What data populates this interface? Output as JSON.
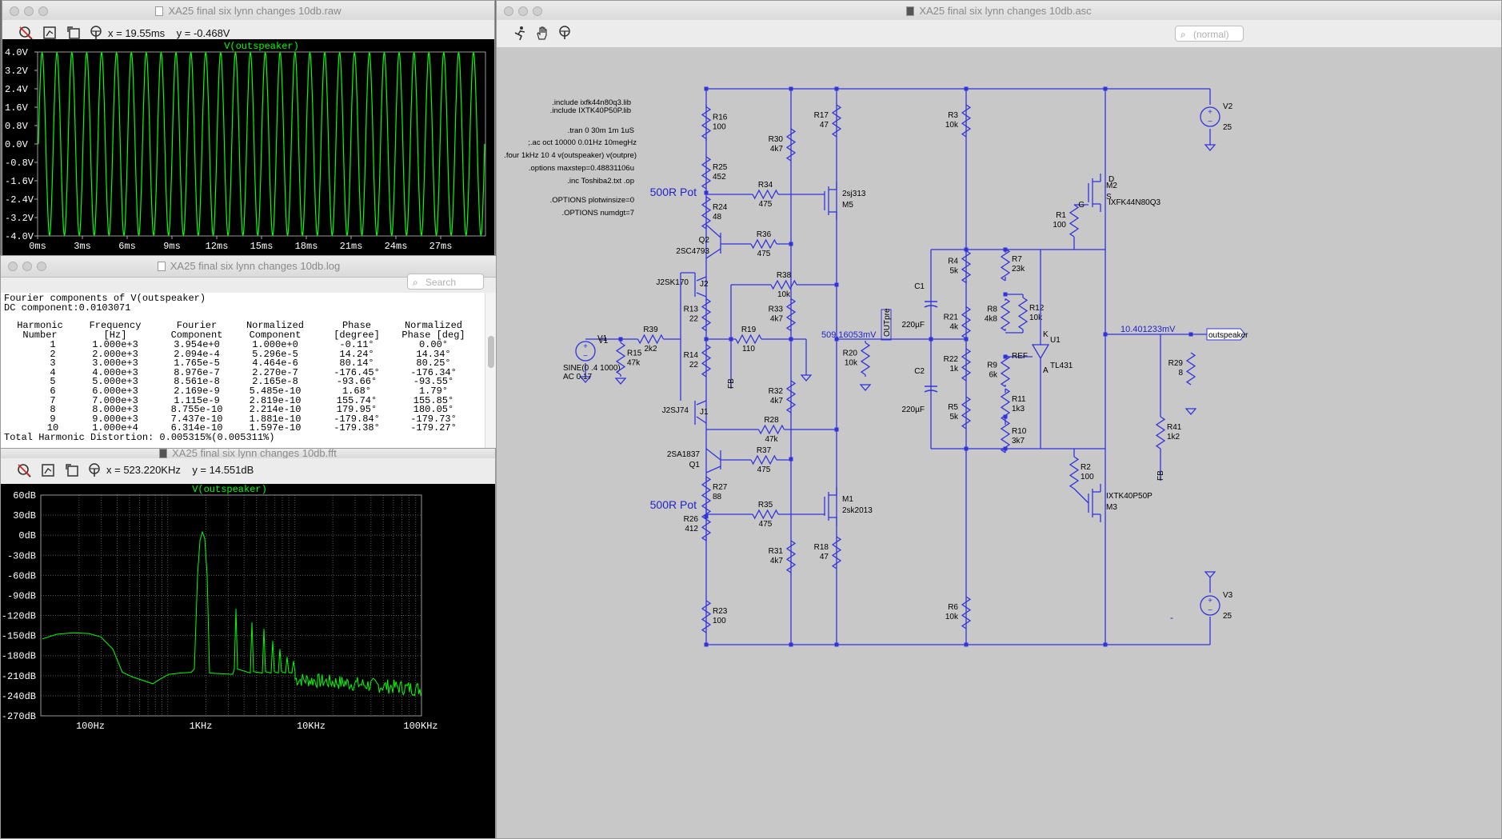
{
  "raw_window": {
    "title": "XA25 final six lynn changes 10db.raw",
    "readout": "x = 19.55ms    y = -0.468V",
    "icons": [
      "zoom-cancel-icon",
      "zoom-full-icon",
      "zoom-back-icon",
      "pan-icon"
    ],
    "plot": {
      "title": "V(outspeaker)",
      "yticks": [
        "4.0V",
        "3.2V",
        "2.4V",
        "1.6V",
        "0.8V",
        "0.0V",
        "-0.8V",
        "-1.6V",
        "-2.4V",
        "-3.2V",
        "-4.0V"
      ],
      "xticks": [
        "0ms",
        "3ms",
        "6ms",
        "9ms",
        "12ms",
        "15ms",
        "18ms",
        "21ms",
        "24ms",
        "27ms"
      ],
      "trace_color": "#00ff00"
    }
  },
  "log_window": {
    "title": "XA25 final six lynn changes 10db.log",
    "search_placeholder": "Search",
    "lines": [
      "Fourier components of V(outspeaker)",
      "DC component:0.0103071"
    ],
    "header1": [
      "Harmonic",
      "Frequency",
      "Fourier",
      "Normalized",
      "Phase",
      "Normalized"
    ],
    "header2": [
      "Number",
      "[Hz]",
      "Component",
      "Component",
      "[degree]",
      "Phase [deg]"
    ],
    "rows": [
      [
        "1",
        "1.000e+3",
        "3.954e+0",
        "1.000e+0",
        "-0.11°",
        "0.00°"
      ],
      [
        "2",
        "2.000e+3",
        "2.094e-4",
        "5.296e-5",
        "14.24°",
        "14.34°"
      ],
      [
        "3",
        "3.000e+3",
        "1.765e-5",
        "4.464e-6",
        "80.14°",
        "80.25°"
      ],
      [
        "4",
        "4.000e+3",
        "8.976e-7",
        "2.270e-7",
        "-176.45°",
        "-176.34°"
      ],
      [
        "5",
        "5.000e+3",
        "8.561e-8",
        "2.165e-8",
        "-93.66°",
        "-93.55°"
      ],
      [
        "6",
        "6.000e+3",
        "2.169e-9",
        "5.485e-10",
        "1.68°",
        "1.79°"
      ],
      [
        "7",
        "7.000e+3",
        "1.115e-9",
        "2.819e-10",
        "155.74°",
        "155.85°"
      ],
      [
        "8",
        "8.000e+3",
        "8.755e-10",
        "2.214e-10",
        "179.95°",
        "180.05°"
      ],
      [
        "9",
        "9.000e+3",
        "7.437e-10",
        "1.881e-10",
        "-179.84°",
        "-179.73°"
      ],
      [
        "10",
        "1.000e+4",
        "6.314e-10",
        "1.597e-10",
        "-179.38°",
        "-179.27°"
      ]
    ],
    "thd": "Total Harmonic Distortion: 0.005315%(0.005311%)"
  },
  "fft_window": {
    "title": "XA25 final six lynn changes 10db.fft",
    "readout": "x = 523.220KHz    y = 14.551dB",
    "plot": {
      "title": "V(outspeaker)",
      "yticks": [
        "60dB",
        "30dB",
        "0dB",
        "-30dB",
        "-60dB",
        "-90dB",
        "-120dB",
        "-150dB",
        "-180dB",
        "-210dB",
        "-240dB",
        "-270dB"
      ],
      "xticks": [
        "100Hz",
        "1KHz",
        "10KHz",
        "100KHz"
      ]
    }
  },
  "schematic_window": {
    "title": "XA25 final six lynn changes 10db.asc",
    "search_placeholder": "(normal)",
    "directives": [
      ".include ixfk44n80q3.lib",
      ".include IXTK40P50P.lib",
      ".tran 0 30m 1m 1uS",
      ";.ac oct 10000 0.01Hz 10megHz",
      ".four 1kHz 10 4 v(outspeaker) v(outpre)",
      ".options maxstep=0.48831106u",
      ".inc Toshiba2.txt      .op",
      ".OPTIONS plotwinsize=0",
      ".OPTIONS numdgt=7"
    ],
    "pot_label": "500R Pot",
    "node_voltage_1": "509.16053mV",
    "node_voltage_2": "10.401233mV",
    "net_outpre": "OUTpre",
    "net_outspeaker": "outspeaker",
    "net_fb": "FB",
    "source_v1": [
      "SINE(0 .4 1000)",
      "AC 0.17"
    ],
    "minus_sign": "-"
  }
}
